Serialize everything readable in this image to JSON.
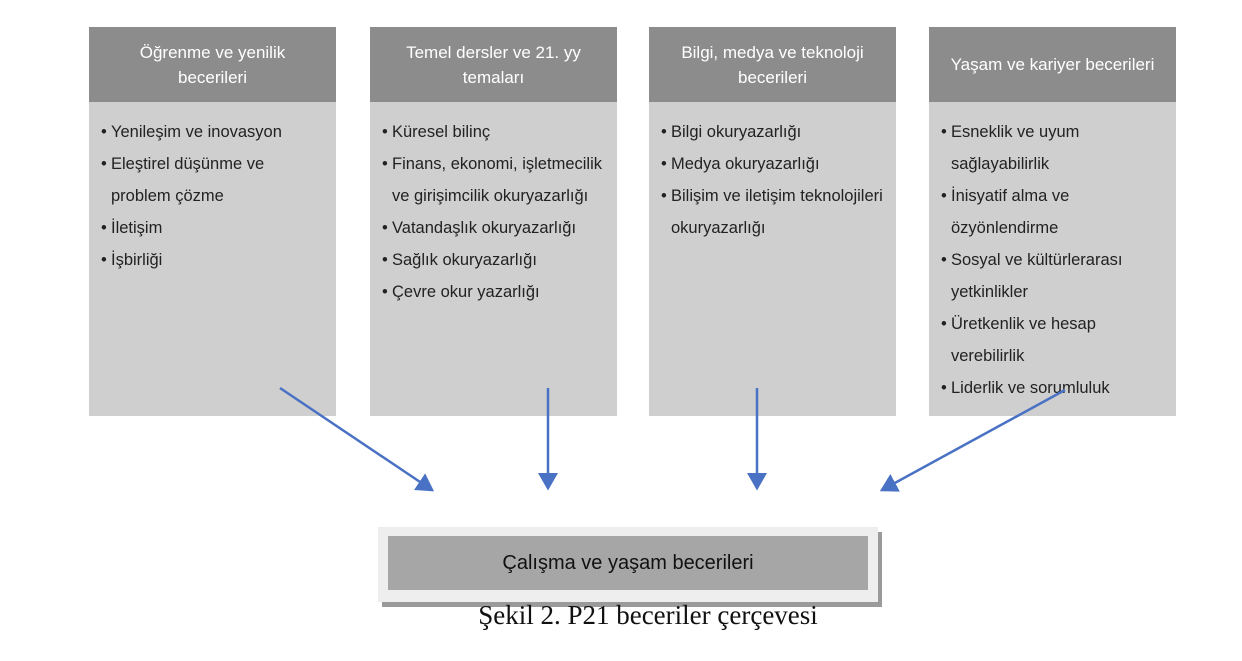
{
  "columns": [
    {
      "title": "Öğrenme ve yenilik becerileri",
      "items": [
        "Yenileşim ve inovasyon",
        "Eleştirel düşünme ve problem çözme",
        "İletişim",
        "İşbirliği"
      ]
    },
    {
      "title": "Temel dersler ve 21. yy temaları",
      "items": [
        "Küresel bilinç",
        "Finans, ekonomi, işletmecilik ve girişimcilik okuryazarlığı",
        "Vatandaşlık okuryazarlığı",
        "Sağlık okuryazarlığı",
        "Çevre okur yazarlığı"
      ]
    },
    {
      "title": "Bilgi, medya ve teknoloji becerileri",
      "items": [
        "Bilgi okuryazarlığı",
        "Medya okuryazarlığı",
        "Bilişim ve iletişim teknolojileri okuryazarlığı"
      ]
    },
    {
      "title": "Yaşam ve kariyer becerileri",
      "items": [
        "Esneklik ve uyum sağlayabilirlik",
        "İnisyatif alma ve özyönlendirme",
        "Sosyal ve kültürlerarası yetkinlikler",
        "Üretkenlik ve hesap verebilirlik",
        "Liderlik ve sorumluluk"
      ]
    }
  ],
  "target": "Çalışma ve yaşam becerileri",
  "caption": "Şekil 2.  P21 beceriler çerçevesi",
  "colors": {
    "header": "#8c8c8c",
    "body": "#cfcfcf",
    "arrow": "#4a72c4"
  }
}
